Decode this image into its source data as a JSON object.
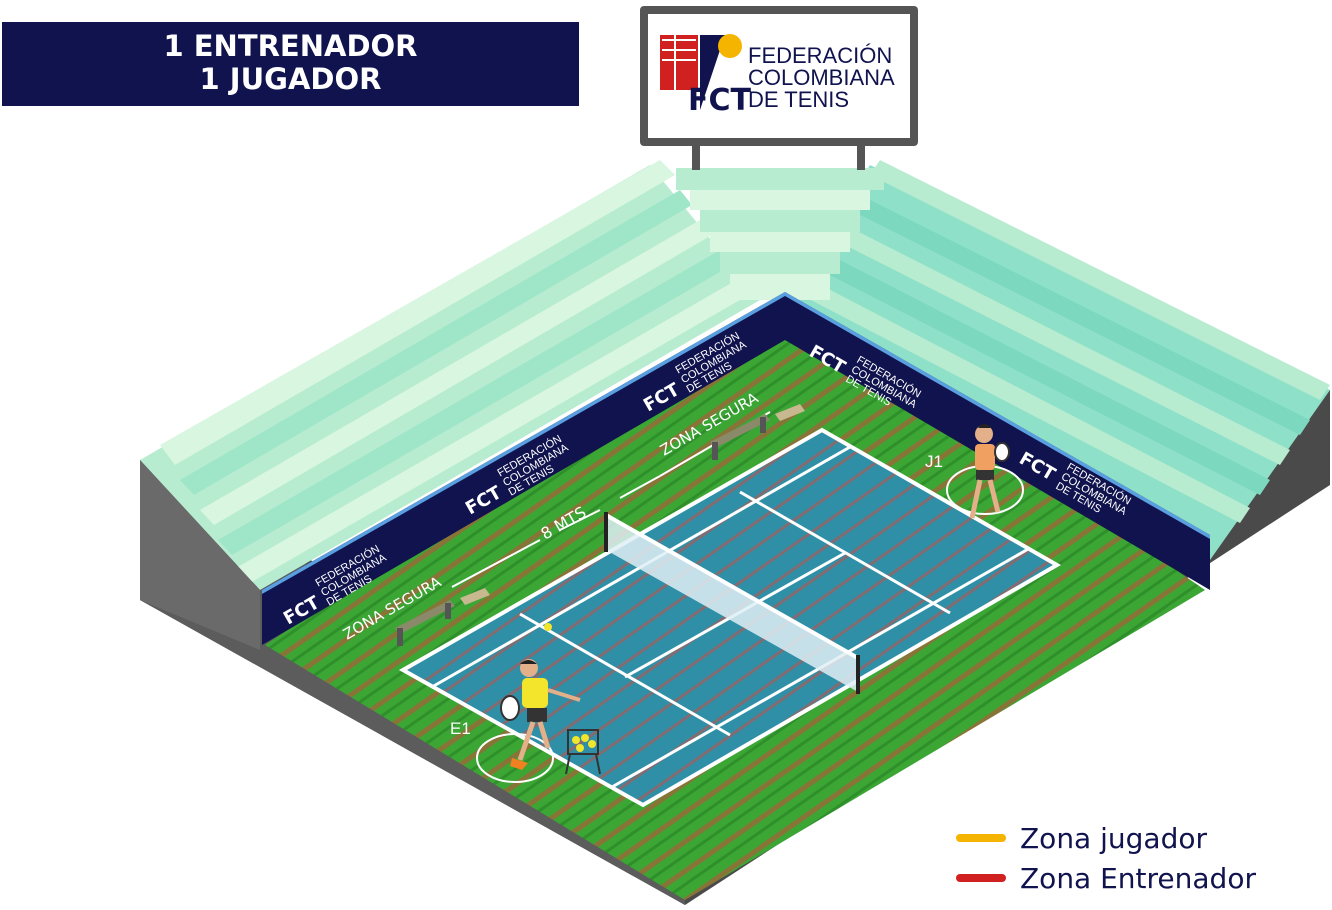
{
  "title": {
    "line1": "1 ENTRENADOR",
    "line2": "1 JUGADOR"
  },
  "scoreboard": {
    "brand_line1": "FEDERACIÓN",
    "brand_line2": "COLOMBIANA",
    "brand_line3": "DE TENIS",
    "monogram": "FCT"
  },
  "banner": {
    "monogram": "FCT",
    "line1": "FEDERACIÓN",
    "line2": "COLOMBIANA",
    "line3": "DE TENIS"
  },
  "labels": {
    "zona_segura_1": "ZONA SEGURA",
    "zona_segura_2": "ZONA SEGURA",
    "distance": "8 MTS",
    "player": "J1",
    "coach": "E1"
  },
  "legend": {
    "items": [
      {
        "label": "Zona jugador",
        "color": "#f5b400"
      },
      {
        "label": "Zona Entrenador",
        "color": "#d0201f"
      }
    ]
  },
  "colors": {
    "navy": "#10134e",
    "grass": "#3ba634",
    "court": "#2e8fa6",
    "stands": "#8fe0c8"
  }
}
